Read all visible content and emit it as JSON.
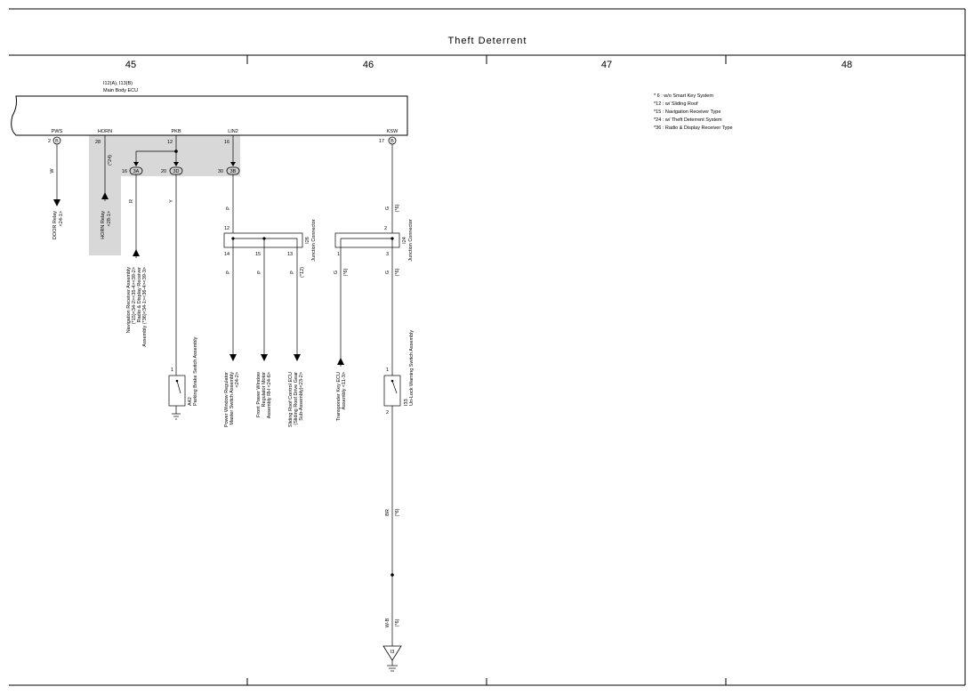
{
  "title": "Theft Deterrent",
  "columns": [
    "45",
    "46",
    "47",
    "48"
  ],
  "ecu": {
    "code": "I12(A), I13(B)",
    "name": "Main Body ECU"
  },
  "terminals": {
    "pws": {
      "name": "PWS",
      "pin": "2",
      "conn": "B"
    },
    "horn": {
      "name": "HORN",
      "pin": "28"
    },
    "pkb": {
      "name": "PKB",
      "pin": "12"
    },
    "lin2": {
      "name": "LIN2",
      "pin": "16"
    },
    "ksw": {
      "name": "KSW",
      "pin": "17",
      "conn": "B"
    }
  },
  "inline": {
    "c3a": {
      "pin": "16",
      "id": "3A"
    },
    "c3d": {
      "pin": "20",
      "id": "3D"
    },
    "c3b": {
      "pin": "30",
      "id": "3B"
    }
  },
  "wires": {
    "w": "W",
    "r": "R",
    "y": "Y",
    "p": "P",
    "g": "G",
    "br": "BR",
    "wb": "W-B"
  },
  "notes": {
    "n24": "(*24)",
    "n12": "(*12)",
    "n6": "(*6)"
  },
  "junction1": {
    "code": "I26",
    "name": "Junction Connector",
    "in": "12",
    "outs": [
      "14",
      "15",
      "13"
    ]
  },
  "junction2": {
    "code": "I24",
    "name": "Junction Connector",
    "top": "2",
    "left": "1",
    "right": "3"
  },
  "components": {
    "door_relay": {
      "name": "DOOR Relay",
      "ref": "<24-1>"
    },
    "horn_relay": {
      "name": "HORN Relay",
      "ref": "<28-1>"
    },
    "nav": {
      "l1": "Navigation Receiver Assembly",
      "l2": "(*15)<34-2><35-4><39-2>",
      "l3": "Radio & Display Receiver",
      "l4": "Assembly (*36)<34-1><36-4><39-3>"
    },
    "pkb_sw": {
      "code": "A42",
      "name": "Parking Brake Switch Assembly",
      "pin": "1"
    },
    "pw_master": {
      "l1": "Power Window Regulator",
      "l2": "Master Switch Assembly",
      "l3": "<24-2>"
    },
    "front_pw": {
      "l1": "Front Power Window",
      "l2": "Regulator Motor",
      "l3": "Assembly RH <24-6>"
    },
    "sunroof": {
      "l1": "Sliding Roof Control ECU",
      "l2": "(Sliding Roof Drive Gear",
      "l3": "Sub-Assembly)<23-2>"
    },
    "transponder": {
      "l1": "Transponder Key ECU",
      "l2": "Assembly <11-3>"
    },
    "unlock_sw": {
      "code": "I33",
      "name": "Un-Lock Warning Switch Assembly",
      "pin1": "1",
      "pin2": "2"
    },
    "ground": {
      "id": "I3"
    }
  },
  "legend": [
    "* 6 : w/o Smart Key System",
    "*12 : w/ Sliding Roof",
    "*15 : Navigation Receiver Type",
    "*24 : w/ Theft Deterrent System",
    "*36 : Radio & Display Receiver Type"
  ]
}
